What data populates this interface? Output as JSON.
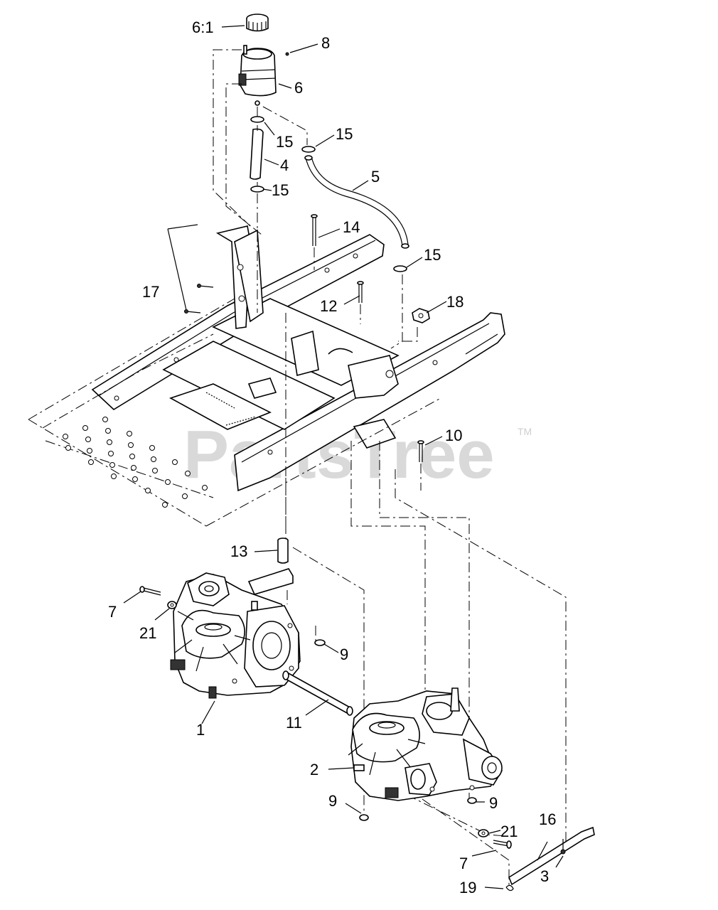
{
  "watermark": {
    "text": "PartsTree",
    "tm": "TM"
  },
  "callouts": {
    "c6_1": "6:1",
    "c8": "8",
    "c6": "6",
    "c15a": "15",
    "c15b": "15",
    "c4": "4",
    "c15c": "15",
    "c5": "5",
    "c14": "14",
    "c15d": "15",
    "c17": "17",
    "c12": "12",
    "c18": "18",
    "c10": "10",
    "c13": "13",
    "c7a": "7",
    "c21a": "21",
    "c9a": "9",
    "c1": "1",
    "c11": "11",
    "c2": "2",
    "c9b": "9",
    "c9c": "9",
    "c21b": "21",
    "c16": "16",
    "c7b": "7",
    "c3": "3",
    "c19": "19"
  }
}
